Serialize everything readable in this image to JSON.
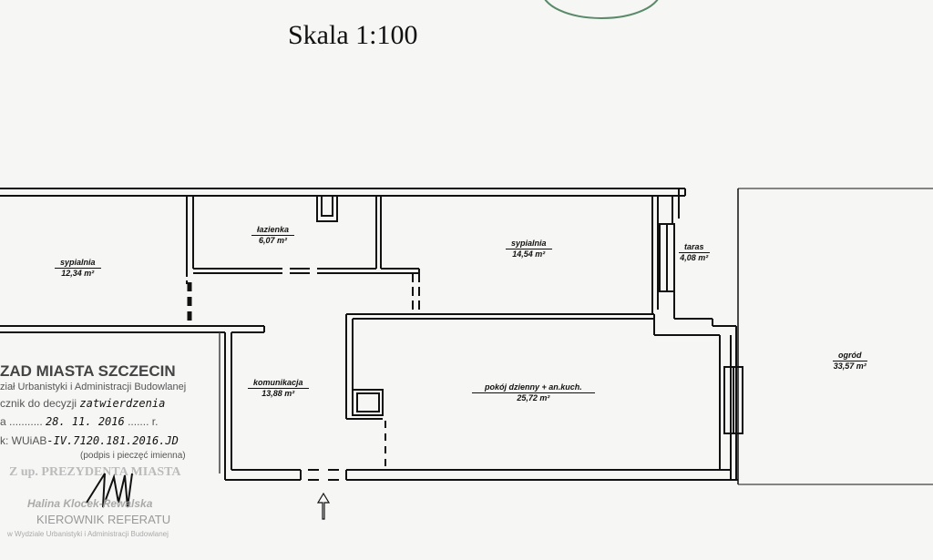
{
  "title": "Skala 1:100",
  "rooms": [
    {
      "name": "sypialnia",
      "area": "12,34 m²"
    },
    {
      "name": "łazienka",
      "area": "6,07 m²"
    },
    {
      "name": "sypialnia",
      "area": "14,54 m²"
    },
    {
      "name": "taras",
      "area": "4,08 m²"
    },
    {
      "name": "komunikacja",
      "area": "13,88 m²"
    },
    {
      "name": "pokój dzienny + an.kuch.",
      "area": "25,72 m²"
    },
    {
      "name": "ogród",
      "area": "33,57 m²"
    }
  ],
  "stamp": {
    "office": "ZAD MIASTA SZCZECIN",
    "department": "ział Urbanistyki i Administracji Budowlanej",
    "attachment_prefix": "cznik do decyzji",
    "attachment_handwritten": "zatwierdzenia",
    "date_prefix": "a",
    "date_handwritten": "28. 11. 2016",
    "date_suffix": "r.",
    "ref_prefix": "k: WUiAB",
    "ref_handwritten": "-IV.7120.181.2016.JD",
    "signature_caption": "(podpis i pieczęć imienna)",
    "authority": "Z up. PREZYDENTA MIASTA",
    "signer": "Halina Klocek-Rewalska",
    "signer_title": "KIEROWNIK REFERATU",
    "signer_dept": "w Wydziale Urbanistyki i Administracji Budowlanej"
  },
  "entrance_icon": "arrow-up-icon"
}
